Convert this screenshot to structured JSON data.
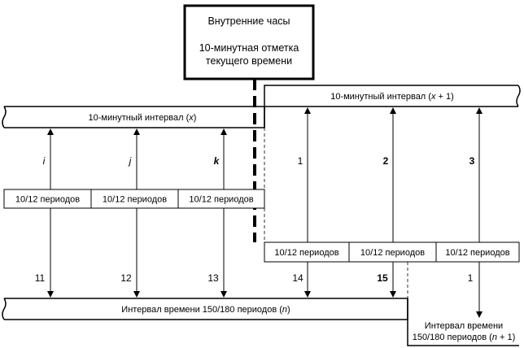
{
  "clock": {
    "title": "Внутренние часы",
    "mark_line1": "10-минутная отметка",
    "mark_line2": "текущего времени"
  },
  "interval_current": {
    "prefix": "10-минутный интервал (",
    "var": "x",
    "suffix": ")"
  },
  "interval_next": {
    "prefix": "10-минутный интервал (",
    "var": "x",
    "suffix": " + 1)"
  },
  "left_labels": [
    "i",
    "j",
    "k"
  ],
  "right_labels": [
    "1",
    "2",
    "3"
  ],
  "period_label": "10/12 периодов",
  "bottom_numbers": [
    "11",
    "12",
    "13",
    "14",
    "15",
    "1"
  ],
  "interval_150_current": {
    "prefix": "Интервал времени 150/180 периодов (",
    "var": "n",
    "suffix": ")"
  },
  "interval_150_next": {
    "line1": "Интервал времени",
    "prefix": "150/180 периодов (",
    "var": "n",
    "suffix": " + 1)"
  }
}
